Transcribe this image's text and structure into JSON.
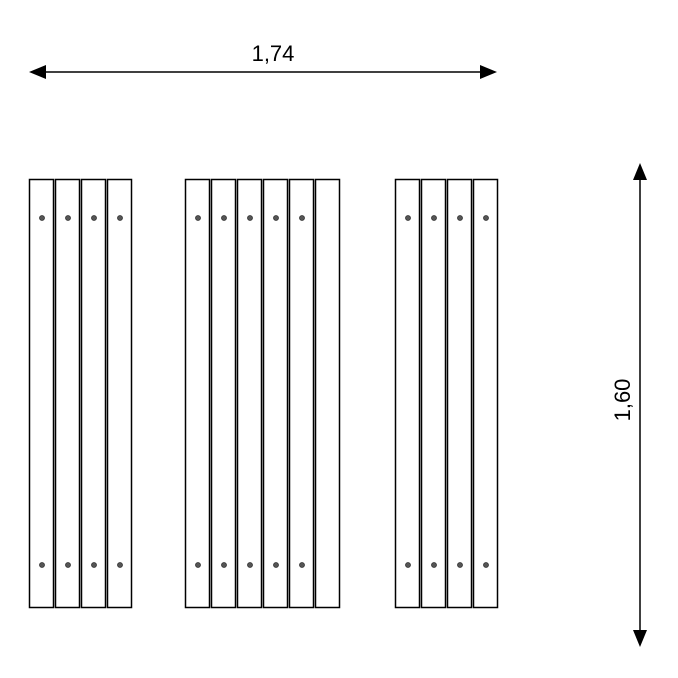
{
  "dimensions": {
    "width_label": "1,74",
    "height_label": "1,60"
  },
  "groups": [
    {
      "name": "left",
      "planks": 4
    },
    {
      "name": "middle",
      "planks": 6
    },
    {
      "name": "right",
      "planks": 4
    }
  ],
  "colors": {
    "line": "#000000",
    "screw": "#555555"
  }
}
